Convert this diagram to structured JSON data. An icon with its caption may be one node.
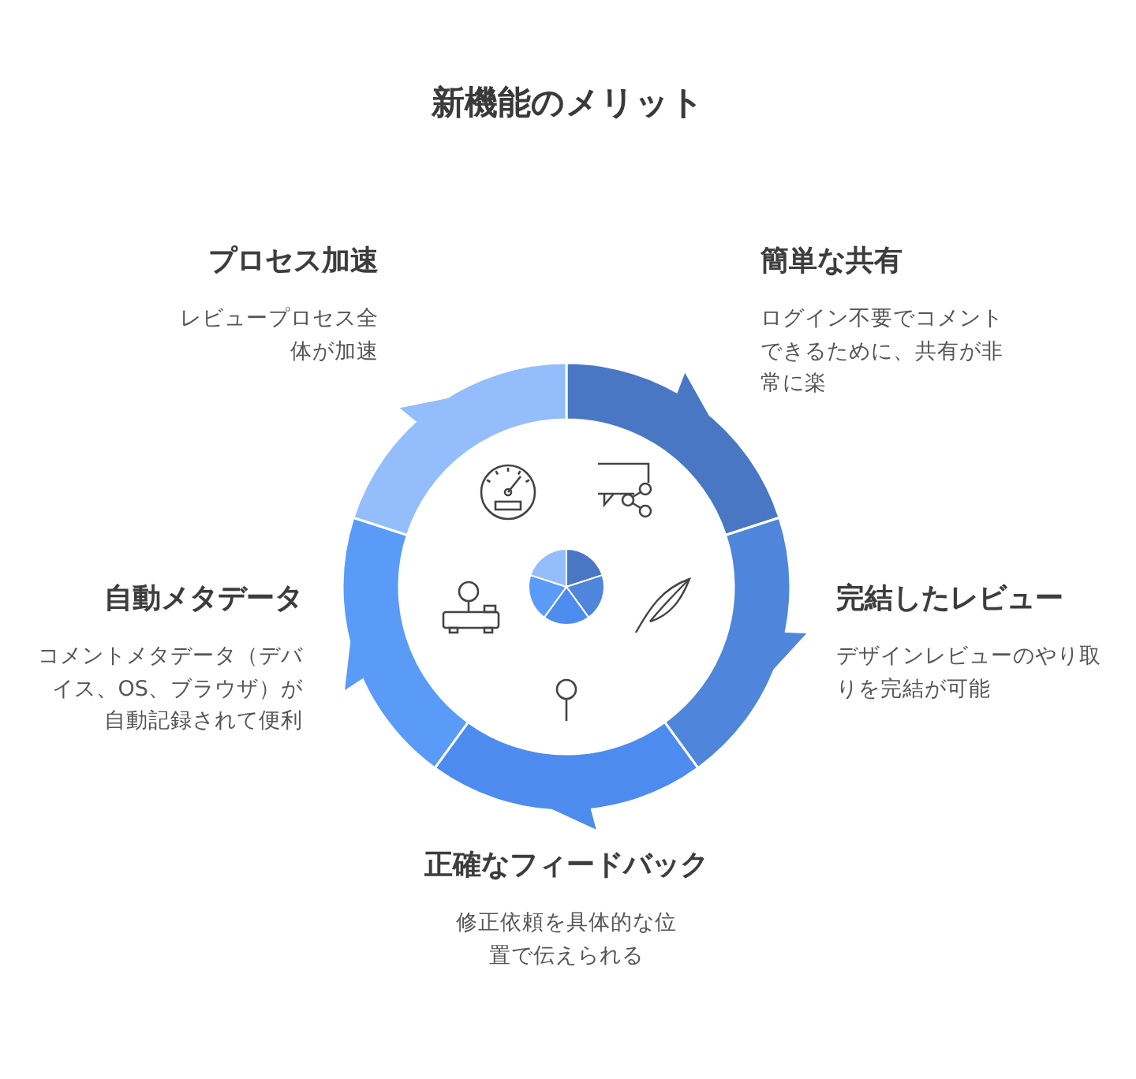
{
  "diagram": {
    "title": "新機能のメリット",
    "labels": [
      "プロセス加速",
      "レビュープロセス全体が加速",
      "簡単な共有",
      "ログイン不要でコメントできるために、共有が非常に楽",
      "自動メタデータ",
      "コメントメタデータ（デバイス、OS、ブラウザ）が自動記録されて便利",
      "完結したレビュー",
      "デザインレビューのやり取りを完結が可能",
      "正確なフィードバック",
      "修正依頼を具体的な位置で伝えられる"
    ]
  }
}
